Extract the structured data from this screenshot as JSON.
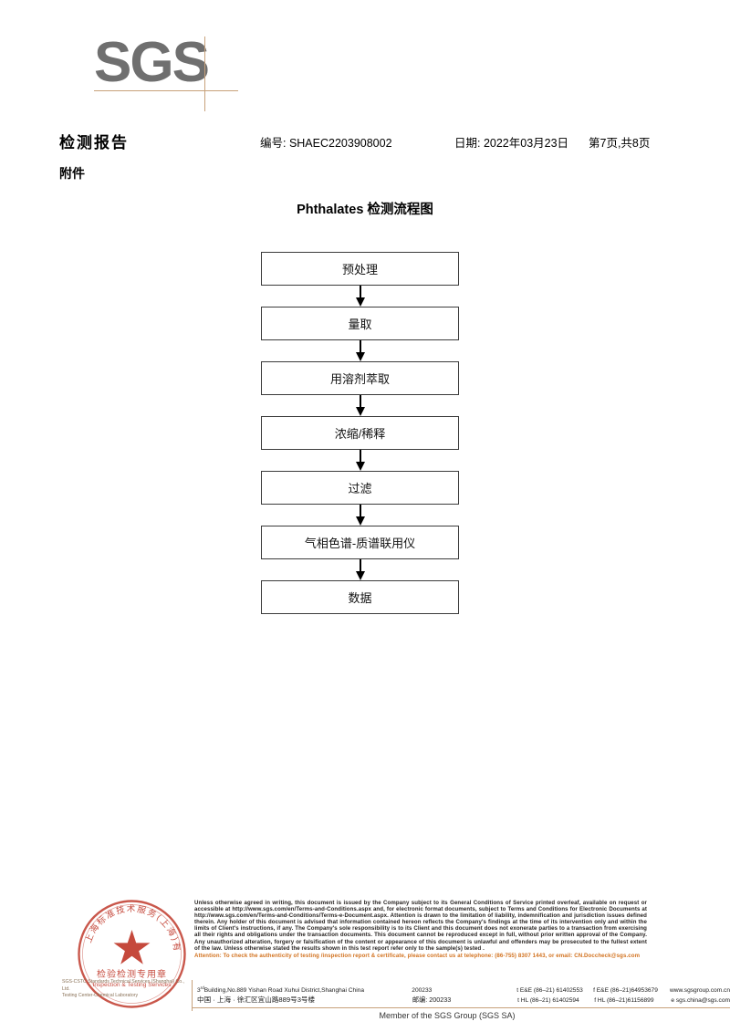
{
  "logo": {
    "text": "SGS"
  },
  "header": {
    "title": "检测报告",
    "attachment_label": "附件",
    "report_no": "编号: SHAEC2203908002",
    "date": "日期: 2022年03月23日",
    "page": "第7页,共8页"
  },
  "flowchart": {
    "title": "Phthalates 检测流程图",
    "steps": [
      {
        "label": "预处理"
      },
      {
        "label": "量取"
      },
      {
        "label": "用溶剂萃取"
      },
      {
        "label": "浓缩/稀释"
      },
      {
        "label": "过滤"
      },
      {
        "label": "气相色谱-质谱联用仪"
      },
      {
        "label": "数据"
      }
    ]
  },
  "stamp": {
    "outer_text_cn": "上海标准技术服务(上海)有限公司",
    "center_line1": "检验检测专用章",
    "center_line2": "Inspection & Testing Services",
    "company_line1": "SGS-CSTC Standards Technical Services (Shanghai) Co., Ltd.",
    "company_line2": "Testing Center-Chemical Laboratory"
  },
  "footer": {
    "legal": "Unless otherwise agreed in writing, this document is issued by the Company subject to its General Conditions of Service printed overleaf, available on request or accessible at http://www.sgs.com/en/Terms-and-Conditions.aspx and, for electronic format documents, subject to Terms and Conditions for Electronic Documents at http://www.sgs.com/en/Terms-and-Conditions/Terms-e-Document.aspx. Attention is drawn to the limitation of liability, indemnification and jurisdiction issues defined therein. Any holder of this document is advised that information contained hereon reflects the Company's findings at the time of its intervention only and within the limits of Client's instructions, if any. The Company's sole responsibility is to its Client and this document does not exonerate parties to a transaction from exercising all their rights and obligations under the transaction documents. This document cannot be reproduced except in full, without prior written approval of the Company. Any unauthorized alteration, forgery or falsification of the content or appearance of this document is unlawful and offenders may be prosecuted to the fullest extent of the law. Unless otherwise stated the results shown in this test report refer only to the sample(s) tested .",
    "attention": "Attention: To check the authenticity of testing /inspection report & certificate, please contact us at telephone: (86-755) 8307 1443, or email: CN.Doccheck@sgs.com",
    "address_en": "Building,No.889 Yishan Road Xuhui District,Shanghai China",
    "address_en_prefix": "3",
    "address_en_sup": "rd",
    "zip_en": "200233",
    "tel_en": "t E&E (86–21) 61402553",
    "fax_en": "f E&E (86–21)64953679",
    "web_en": "www.sgsgroup.com.cn",
    "address_cn": "中国 · 上海 · 徐汇区宜山路889号3号楼",
    "zip_cn_label": "邮编: 200233",
    "tel_cn": "t HL (86–21) 61402594",
    "fax_cn": "f HL (86–21)61156899",
    "web_cn": "e sgs.china@sgs.com",
    "member": "Member of the SGS Group (SGS SA)"
  },
  "colors": {
    "logo_grey": "#6f6f6f",
    "accent_tan": "#c7a17a",
    "attention_orange": "#d2721f",
    "stamp_red": "#c0392b"
  }
}
